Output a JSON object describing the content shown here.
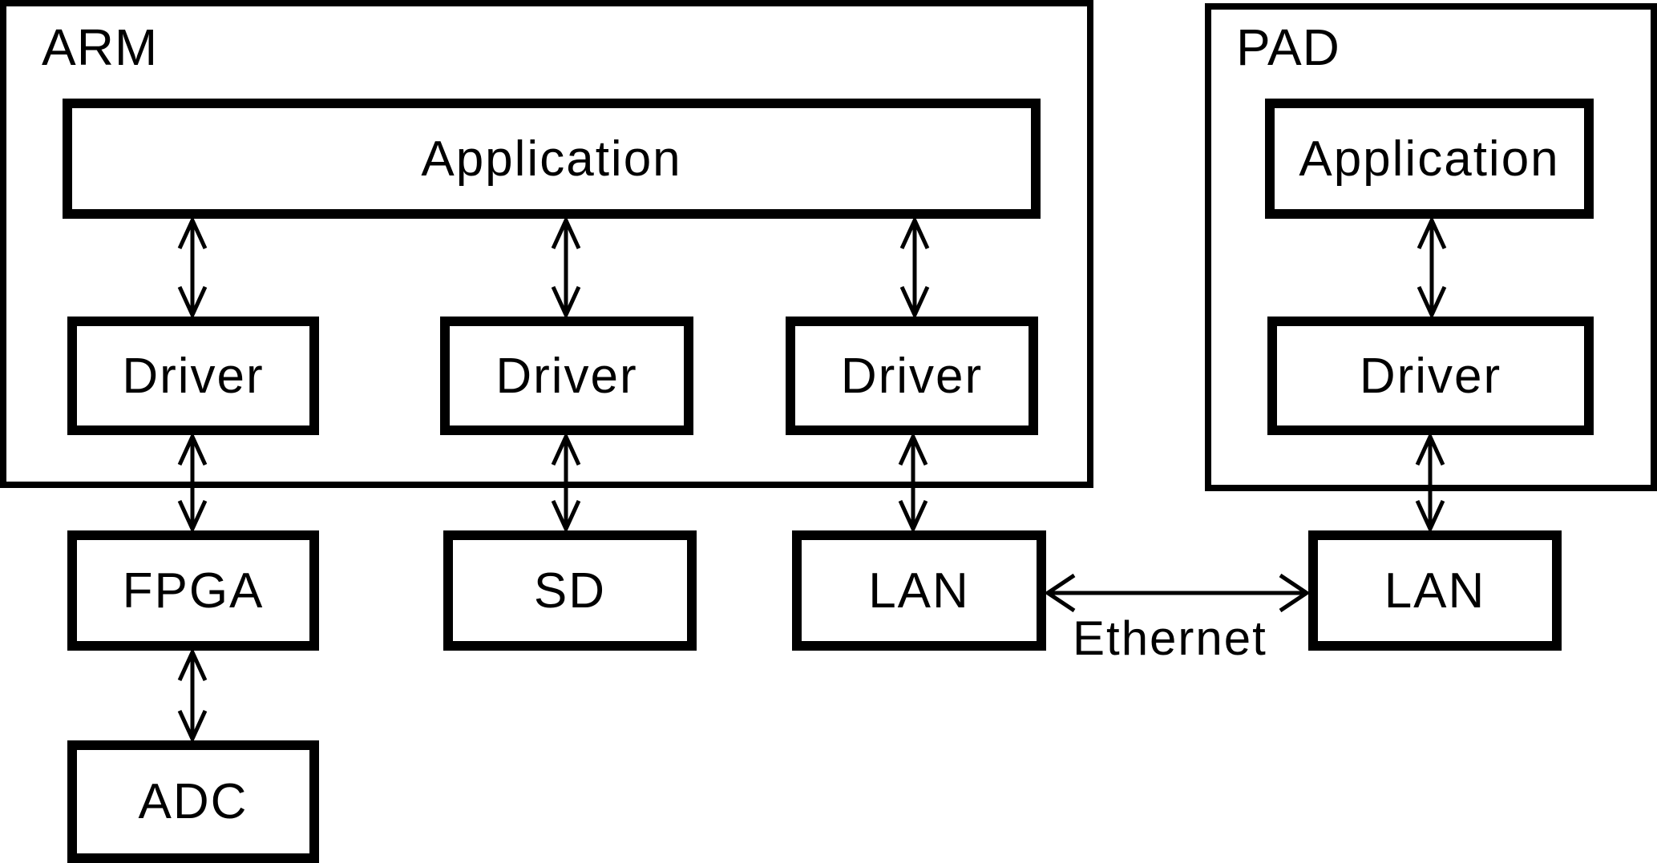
{
  "diagram": {
    "groups": {
      "arm": {
        "label": "ARM"
      },
      "pad": {
        "label": "PAD"
      }
    },
    "nodes": {
      "arm_application": "Application",
      "arm_driver_1": "Driver",
      "arm_driver_2": "Driver",
      "arm_driver_3": "Driver",
      "fpga": "FPGA",
      "sd": "SD",
      "lan_arm": "LAN",
      "adc": "ADC",
      "pad_application": "Application",
      "pad_driver": "Driver",
      "lan_pad": "LAN"
    },
    "edges": [
      {
        "from": "arm_application",
        "to": "arm_driver_1",
        "bidirectional": true
      },
      {
        "from": "arm_application",
        "to": "arm_driver_2",
        "bidirectional": true
      },
      {
        "from": "arm_application",
        "to": "arm_driver_3",
        "bidirectional": true
      },
      {
        "from": "arm_driver_1",
        "to": "fpga",
        "bidirectional": true
      },
      {
        "from": "arm_driver_2",
        "to": "sd",
        "bidirectional": true
      },
      {
        "from": "arm_driver_3",
        "to": "lan_arm",
        "bidirectional": true
      },
      {
        "from": "fpga",
        "to": "adc",
        "bidirectional": true
      },
      {
        "from": "pad_application",
        "to": "pad_driver",
        "bidirectional": true
      },
      {
        "from": "pad_driver",
        "to": "lan_pad",
        "bidirectional": true
      },
      {
        "from": "lan_arm",
        "to": "lan_pad",
        "bidirectional": true,
        "label": "Ethernet"
      }
    ],
    "ethernet_label": "Ethernet"
  }
}
